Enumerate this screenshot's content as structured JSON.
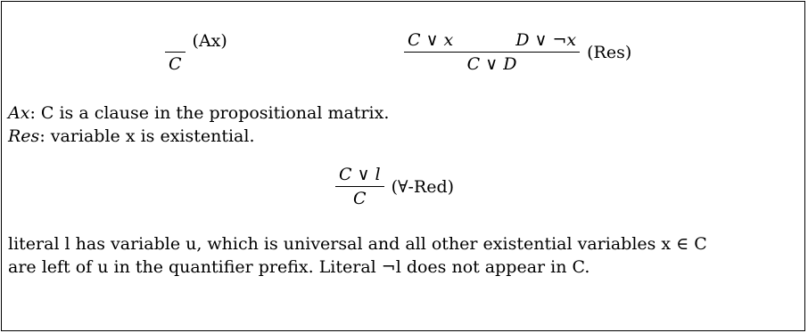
{
  "axiom_rule": {
    "numerator": "",
    "denominator": "C",
    "name": "(Ax)"
  },
  "resolution_rule": {
    "premise_left": "C ∨ x",
    "premise_right": "D ∨ ¬x",
    "conclusion": "C ∨ D",
    "name": "(Res)"
  },
  "ax_description": {
    "label": "Ax",
    "text": ": C is a clause in the propositional matrix."
  },
  "res_description": {
    "label": "Res",
    "text": ": variable x is existential."
  },
  "reduction_rule": {
    "premise": "C ∨ l",
    "conclusion": "C",
    "name": "(∀-Red)"
  },
  "reduction_description": {
    "line1": "literal l has variable u, which is universal and all other existential variables x ∈ C",
    "line2": "are left of u in the quantifier prefix. Literal ¬l does not appear in C."
  }
}
